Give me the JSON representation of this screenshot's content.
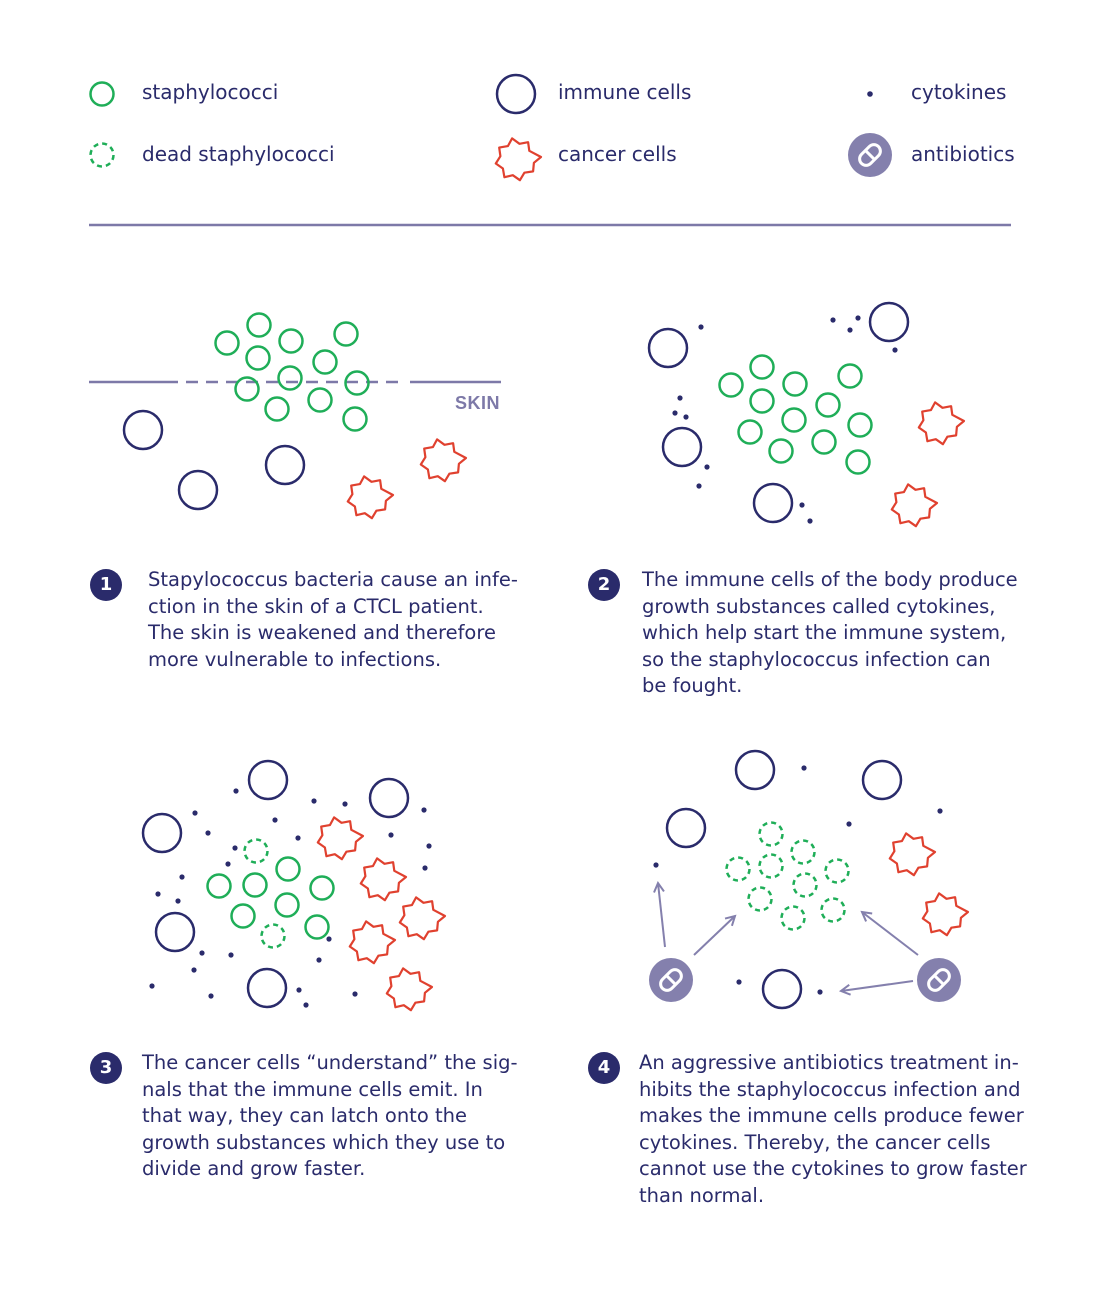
{
  "colors": {
    "navy": "#2a2b6b",
    "green": "#1fae58",
    "red": "#e0412f",
    "lavender": "#8480ad",
    "divider": "#7d79a8"
  },
  "legend": {
    "staphylococci": "staphylococci",
    "dead_staphylococci": "dead staphylococci",
    "immune_cells": "immune cells",
    "cancer_cells": "cancer cells",
    "cytokines": "cytokines",
    "antibiotics": "antibiotics"
  },
  "panel1": {
    "skin_label": "SKIN",
    "number": "1",
    "text": "Stapylococcus bacteria cause an infe-\nction in the skin of a CTCL patient.\nThe skin is weakened and therefore\nmore vulnerable to infections."
  },
  "panel2": {
    "number": "2",
    "text": "The immune cells of the body produce\ngrowth substances called cytokines,\nwhich help start the immune system,\nso the staphylococcus infection can\nbe fought."
  },
  "panel3": {
    "number": "3",
    "text": "The cancer cells “understand” the sig-\nnals that the immune cells emit. In\nthat way, they can latch onto the\ngrowth substances which they use to\ndivide and grow faster."
  },
  "panel4": {
    "number": "4",
    "text": "An aggressive antibiotics treatment in-\nhibits the staphylococcus infection and\nmakes the immune cells produce fewer\ncytokines. Thereby, the cancer cells\ncannot use the cytokines to grow faster\nthan normal."
  }
}
